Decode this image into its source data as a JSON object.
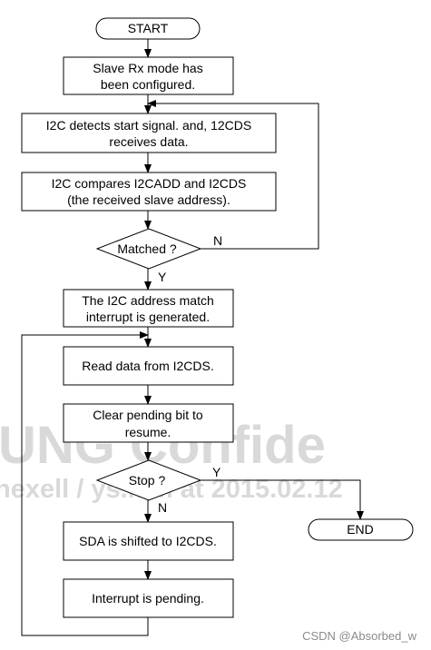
{
  "watermark": {
    "line1": "UNG Confide",
    "line2": "hexell / ys.kim at 2015.02.12"
  },
  "nodes": {
    "start": "START",
    "slave_rx_line1": "Slave Rx mode has",
    "slave_rx_line2": "been configured.",
    "detect_line1": "I2C detects start signal. and, 12CDS",
    "detect_line2": "receives data.",
    "compare_line1": "I2C compares I2CADD and I2CDS",
    "compare_line2": "(the received slave address).",
    "matched": "Matched ?",
    "interrupt_line1": "The I2C address match",
    "interrupt_line2": "interrupt is generated.",
    "read_data": "Read data from I2CDS.",
    "clear_line1": "Clear pending bit to",
    "clear_line2": "resume.",
    "stop": "Stop ?",
    "sda": "SDA is shifted to I2CDS.",
    "pending": "Interrupt is pending.",
    "end": "END"
  },
  "edge_labels": {
    "matched_no": "N",
    "matched_yes": "Y",
    "stop_yes": "Y",
    "stop_no": "N"
  },
  "colors": {
    "line": "#000000",
    "box_fill": "#ffffff",
    "watermark": "#d9d9d9"
  },
  "footer": {
    "credit": "CSDN @Absorbed_w"
  }
}
